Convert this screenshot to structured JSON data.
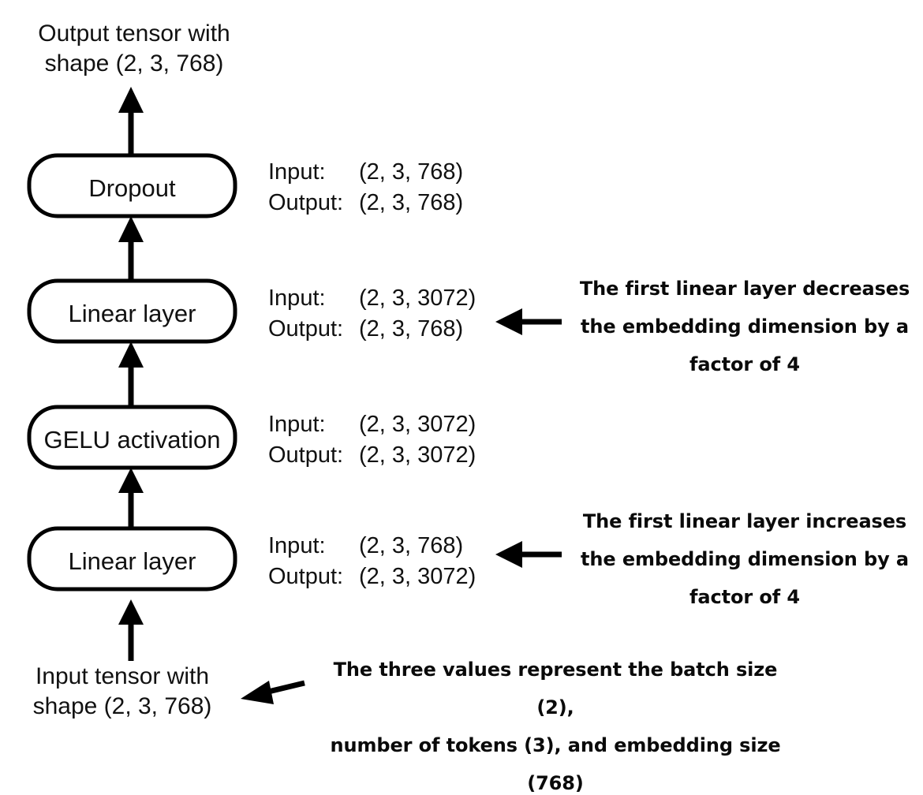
{
  "diagram": {
    "title": "Feed forward network tensor shape flow",
    "top_label": "Output tensor with\nshape (2, 3, 768)",
    "top_label_line1": "Output tensor with",
    "top_label_line2": "shape (2, 3, 768)",
    "bottom_label_line1": "Input tensor with",
    "bottom_label_line2": "shape (2, 3, 768)",
    "stroke_color": "#000000",
    "text_color": "#111111",
    "background": "#ffffff"
  },
  "blocks": [
    {
      "id": "dropout",
      "label": "Dropout",
      "input_key": "Input:",
      "input_shape": "(2, 3, 768)",
      "output_key": "Output:",
      "output_shape": "(2, 3, 768)"
    },
    {
      "id": "linear-2",
      "label": "Linear layer",
      "input_key": "Input:",
      "input_shape": "(2, 3, 3072)",
      "output_key": "Output:",
      "output_shape": "(2, 3, 768)"
    },
    {
      "id": "gelu",
      "label": "GELU activation",
      "input_key": "Input:",
      "input_shape": "(2, 3, 3072)",
      "output_key": "Output:",
      "output_shape": "(2, 3, 3072)"
    },
    {
      "id": "linear-1",
      "label": "Linear layer",
      "input_key": "Input:",
      "input_shape": "(2, 3, 768)",
      "output_key": "Output:",
      "output_shape": "(2, 3, 3072)"
    }
  ],
  "annotations": [
    {
      "id": "decrease-note",
      "line1": "The first linear layer decreases",
      "line2": "the embedding dimension by a",
      "line3": "factor of 4"
    },
    {
      "id": "increase-note",
      "line1": "The first linear layer increases",
      "line2": "the embedding dimension by a",
      "line3": "factor of 4"
    },
    {
      "id": "shape-meaning-note",
      "line1": "The three values represent the batch size (2),",
      "line2": "number of tokens (3), and embedding size",
      "line3": "(768)"
    }
  ]
}
